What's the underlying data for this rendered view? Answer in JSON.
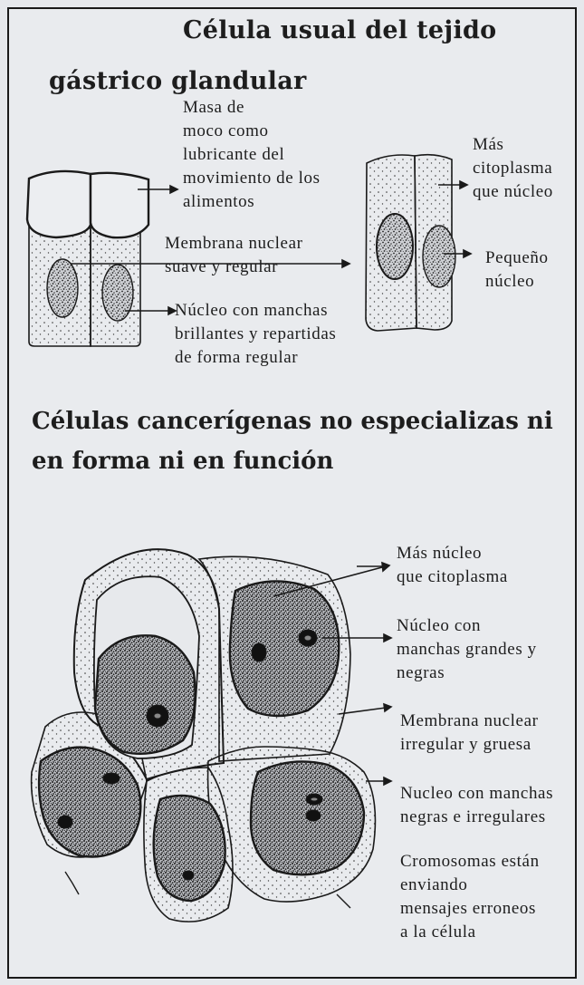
{
  "top": {
    "title_line1": "Célula usual del tejido",
    "title_line2": "gástrico glandular",
    "labels": {
      "mucus": [
        "Masa de",
        "moco como",
        "lubricante del",
        "movimiento de los",
        "alimentos"
      ],
      "cytoplasm": [
        "Más",
        "citoplasma",
        "que núcleo"
      ],
      "membrane": [
        "Membrana nuclear",
        "suave y regular"
      ],
      "small_nucleus": [
        "Pequeño",
        "núcleo"
      ],
      "spots": [
        "Núcleo con manchas",
        "brillantes y repartidas",
        "de forma regular"
      ]
    }
  },
  "bottom": {
    "title_line1": "Células cancerígenas no especializas ni",
    "title_line2": "en forma ni en función",
    "labels": {
      "more_nucleus": [
        "Más núcleo",
        "que citoplasma"
      ],
      "big_spots": [
        "Núcleo con",
        "manchas grandes y",
        "negras"
      ],
      "irregular_membrane": [
        "Membrana nuclear",
        "irregular y gruesa"
      ],
      "black_spots": [
        "Nucleo con manchas",
        "negras e irregulares"
      ],
      "chromosomes": [
        "Cromosomas están",
        "enviando",
        "mensajes erroneos",
        "a la célula"
      ]
    }
  },
  "colors": {
    "ink": "#1d1d1d",
    "paper": "#e9ebee"
  }
}
